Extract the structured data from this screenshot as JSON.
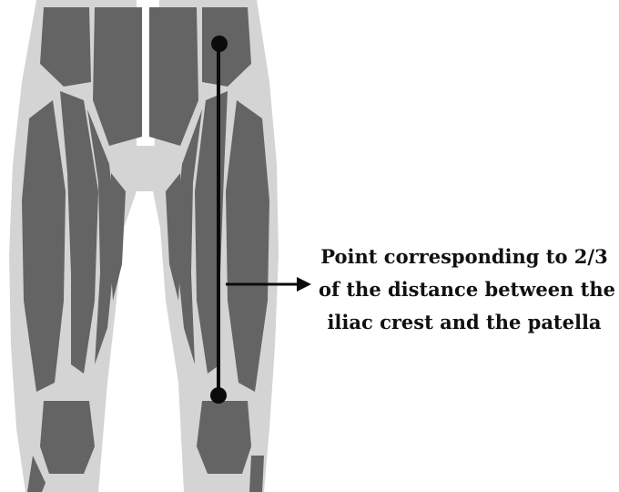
{
  "figure": {
    "annotation_lines": [
      "Point corresponding to 2/3",
      "of the distance between the",
      "iliac crest and the patella"
    ]
  },
  "colors": {
    "skin": "#d4d4d4",
    "muscle": "#646464",
    "marker": "#0b0b0b",
    "text": "#111111"
  }
}
